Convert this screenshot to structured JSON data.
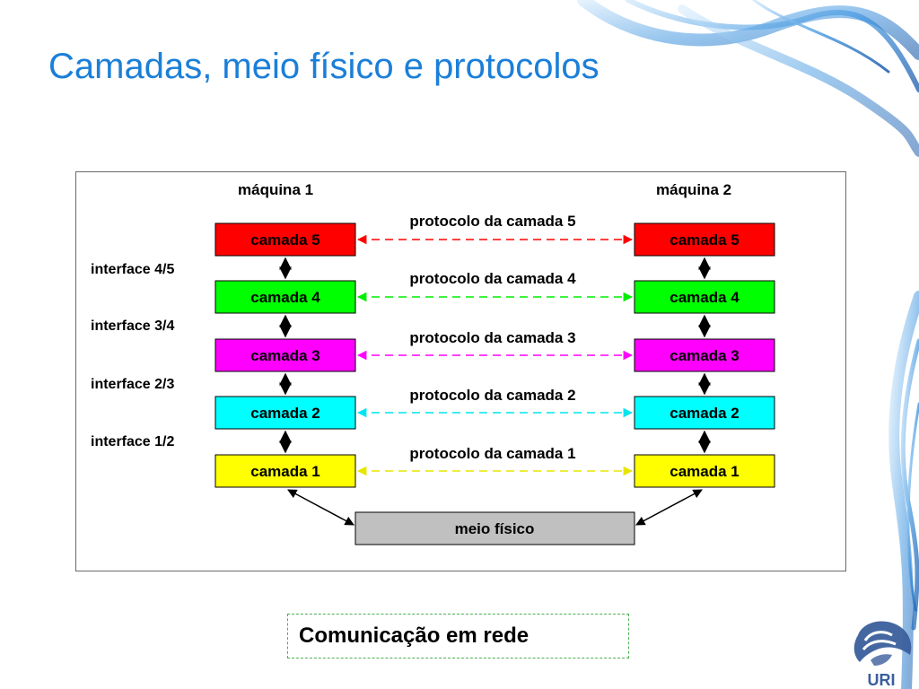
{
  "slide": {
    "title": "Camadas, meio físico e protocolos",
    "caption": "Comunicação em rede",
    "logo_text": "URI"
  },
  "diagram": {
    "machines": [
      "máquina 1",
      "máquina 2"
    ],
    "layers": [
      {
        "id": "5",
        "label": "camada 5",
        "color": "#ff0000",
        "protocol": "protocolo da camada 5"
      },
      {
        "id": "4",
        "label": "camada 4",
        "color": "#00ff00",
        "protocol": "protocolo da camada 4"
      },
      {
        "id": "3",
        "label": "camada 3",
        "color": "#ff00ff",
        "protocol": "protocolo da camada 3"
      },
      {
        "id": "2",
        "label": "camada 2",
        "color": "#00ffff",
        "protocol": "protocolo da camada 2"
      },
      {
        "id": "1",
        "label": "camada 1",
        "color": "#ffff00",
        "protocol": "protocolo da camada 1"
      }
    ],
    "interfaces": [
      "interface 4/5",
      "interface 3/4",
      "interface 2/3",
      "interface 1/2"
    ],
    "medium": {
      "label": "meio físico",
      "color": "#c0c0c0"
    }
  }
}
